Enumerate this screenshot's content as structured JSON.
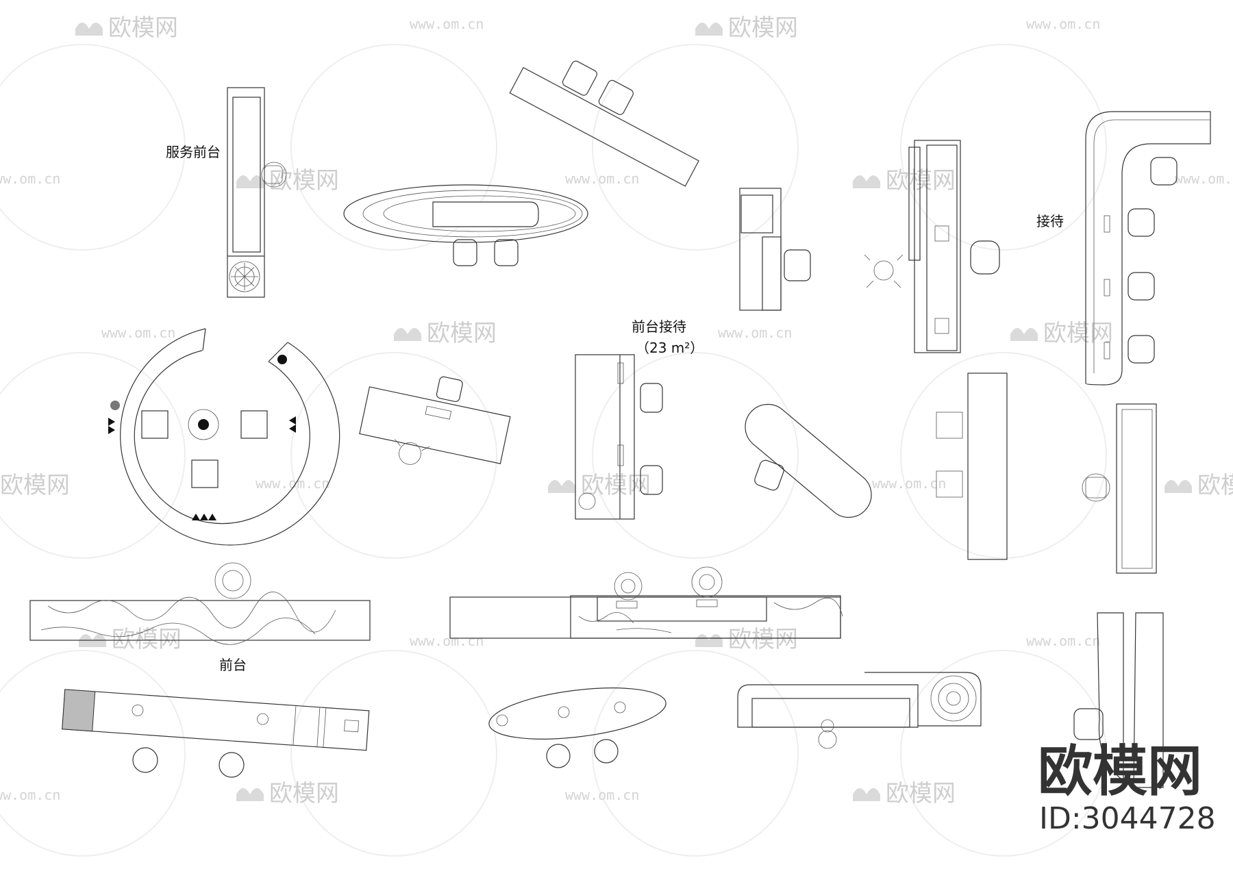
{
  "labels": {
    "service_desk": "服务前台",
    "reception": "接待",
    "front_reception": "前台接待",
    "front_reception_area": "（23 m²）",
    "front_desk": "前台"
  },
  "brand": {
    "name": "欧模网",
    "id": "ID:3044728"
  },
  "watermark": {
    "brand": "欧模网",
    "url": "www.om.cn"
  }
}
